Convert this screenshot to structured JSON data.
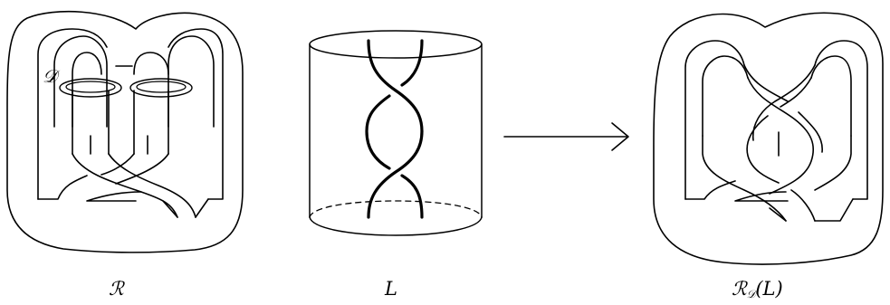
{
  "captions": {
    "left": "ℛ",
    "middle": "L",
    "right_main": "ℛ",
    "right_sub": "𝒟",
    "right_arg": "(L)"
  },
  "labels": {
    "disk": "𝒟"
  }
}
